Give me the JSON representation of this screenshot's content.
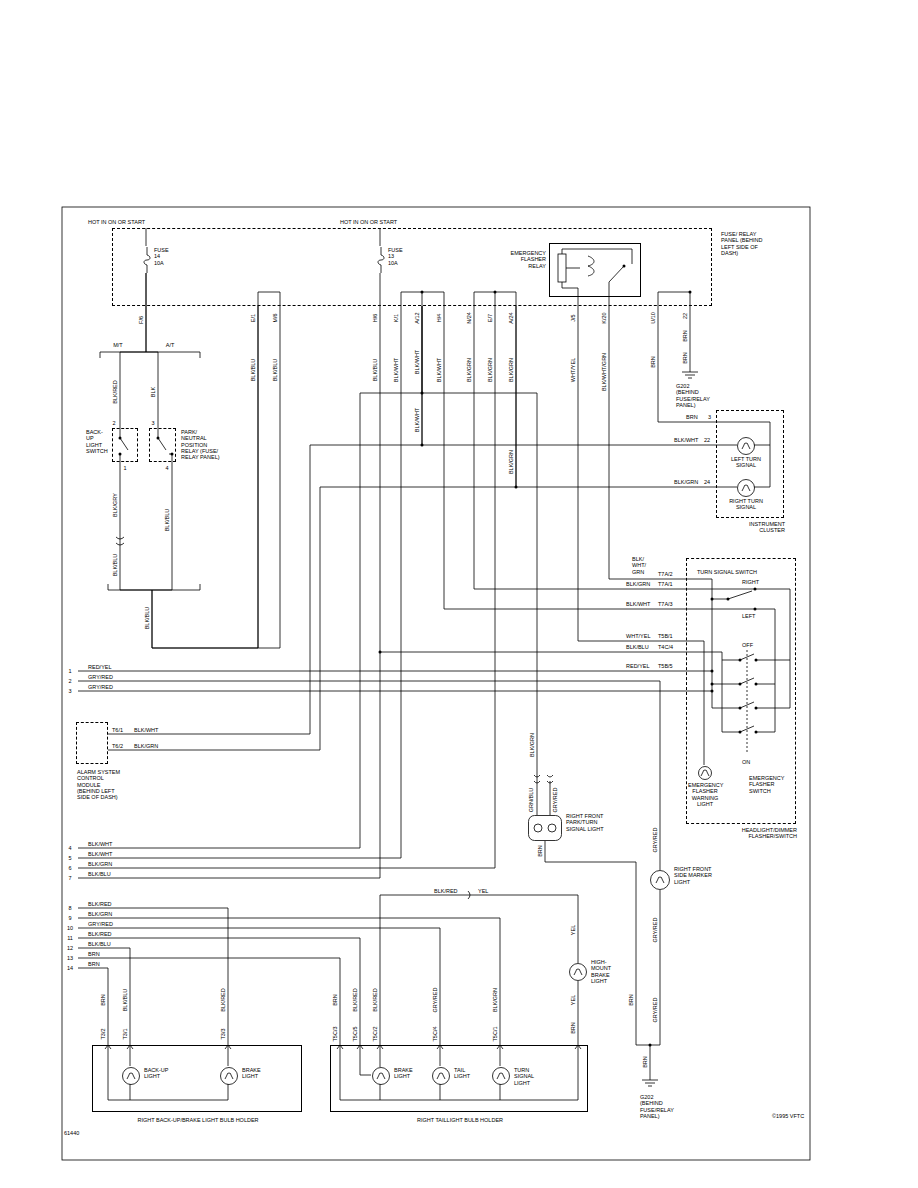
{
  "diagram": {
    "nodes": [
      {
        "text": [
          "FUSE/ RELAY PANEL (BEHIND LEFT SIDE OF DASH)"
        ]
      },
      {
        "text": [
          "FUSE 14 10A"
        ],
        "in": 0
      },
      {
        "text": [
          "FUSE 13 10A"
        ],
        "in": 0
      },
      {
        "text": [
          "EMERGENCY FLASHER RELAY"
        ],
        "in": 0
      },
      {
        "text": [
          "BACK-UP LIGHT SWITCH"
        ]
      },
      {
        "text": [
          "PARK/ NEUTRAL POSITION RELAY (FUSE/ RELAY PANEL)"
        ]
      },
      {
        "text": [
          "INSTRUMENT CLUSTER"
        ]
      },
      {
        "text": [
          "LEFT TURN SIGNAL"
        ],
        "in": 6
      },
      {
        "text": [
          "RIGHT TURN SIGNAL"
        ],
        "in": 6
      },
      {
        "text": [
          "TURN SIGNAL SWITCH",
          "EMERGENCY FLASHER SWITCH",
          "HEADLIGHT/DIMMER FLASHER/SWITCH"
        ]
      },
      {
        "text": [
          "EMERGENCY FLASHER WARNING LIGHT"
        ],
        "in": 9
      },
      {
        "text": [
          "ALARM SYSTEM CONTROL MODULE (BEHIND LEFT SIDE OF DASH)"
        ]
      },
      {
        "text": [
          "RIGHT FRONT PARK/TURN SIGNAL LIGHT"
        ]
      },
      {
        "text": [
          "RIGHT FRONT SIDE MARKER LIGHT"
        ]
      },
      {
        "text": [
          "HIGH-MOUNT BRAKE LIGHT"
        ]
      },
      {
        "text": [
          "RIGHT BACK-UP/BRAKE LIGHT BULB HOLDER"
        ]
      },
      {
        "text": [
          "BACK-UP LIGHT"
        ],
        "in": 15
      },
      {
        "text": [
          "BRAKE LIGHT"
        ],
        "in": 15
      },
      {
        "text": [
          "RIGHT TAILLIGHT BULB HOLDER"
        ]
      },
      {
        "text": [
          "BRAKE LIGHT"
        ],
        "in": 18
      },
      {
        "text": [
          "TAIL LIGHT"
        ],
        "in": 18
      },
      {
        "text": [
          "TURN SIGNAL LIGHT"
        ],
        "in": 18
      }
    ],
    "edges": [
      {
        "from": 1,
        "to": 4,
        "arrow": "none"
      },
      {
        "from": 1,
        "to": 5,
        "arrow": "none"
      },
      {
        "from": 4,
        "to": 0,
        "arrow": "none"
      },
      {
        "from": 5,
        "to": 0,
        "arrow": "none"
      },
      {
        "from": 0,
        "to": 6,
        "arrow": "none"
      },
      {
        "from": 0,
        "to": 7,
        "arrow": "none"
      },
      {
        "from": 0,
        "to": 8,
        "arrow": "none"
      },
      {
        "from": 0,
        "to": 11,
        "arrow": "none"
      },
      {
        "from": 0,
        "to": 11,
        "arrow": "none"
      },
      {
        "from": 3,
        "to": 9,
        "arrow": "none"
      },
      {
        "from": 0,
        "to": 9,
        "arrow": "none"
      },
      {
        "from": 0,
        "to": 9,
        "arrow": "none"
      },
      {
        "from": 3,
        "to": 9,
        "arrow": "none"
      },
      {
        "from": 2,
        "to": 9,
        "arrow": "none"
      },
      {
        "from": 0,
        "to": 12,
        "arrow": "none"
      },
      {
        "from": 14,
        "to": 19,
        "arrow": "none"
      }
    ],
    "labels": [
      "HOT IN ON OR START",
      "HOT IN ON OR START",
      "F/6",
      "M/T",
      "A/T",
      "BLK/RED",
      "BLK",
      "2",
      "3",
      "1",
      "4",
      "BLK/GRY",
      "BLK/BLU",
      "BLK/BLU",
      "BLK/BLU",
      "E/1",
      "BLK/BLU",
      "M/6",
      "BLK/BLU",
      "H/6",
      "BLK/BLU",
      "K/1",
      "BLK/WHT",
      "A/12",
      "BLK/WHT",
      "H/4",
      "BLK/WHT",
      "N/24",
      "BLK/GRN",
      "E/7",
      "BLK/GRN",
      "A/24",
      "BLK/GRN",
      "J/5",
      "WHT/YEL",
      "K/20",
      "BLK/WHT/GRN",
      "U/10",
      "BRN",
      "22",
      "BRN",
      "BRN",
      "G202 (BEHIND FUSE/RELAY PANEL)",
      "BLK/WHT",
      "BLK/GRN",
      "BRN",
      "3",
      "BLK/WHT",
      "22",
      "BLK/GRN",
      "24",
      "BLK/ WHT/ GRN",
      "T7A/2",
      "BLK/GRN",
      "T7A/1",
      "BLK/WHT",
      "T7A/3",
      "WHT/YEL",
      "T5B/1",
      "BLK/BLU",
      "T4C/4",
      "RED/YEL",
      "T5B/5",
      "RIGHT",
      "LEFT",
      "OFF",
      "ON",
      "1",
      "RED/YEL",
      "2",
      "GRY/RED",
      "3",
      "GRY/RED",
      "T6/1",
      "BLK/WHT",
      "T6/2",
      "BLK/GRN",
      "4",
      "BLK/WHT",
      "5",
      "BLK/WHT",
      "6",
      "BLK/GRN",
      "7",
      "BLK/BLU",
      "8",
      "BLK/RED",
      "9",
      "BLK/GRN",
      "10",
      "GRY/RED",
      "11",
      "BLK/RED",
      "12",
      "BLK/BLU",
      "13",
      "BRN",
      "14",
      "BRN",
      "BLK/GRN",
      "GRN/BLU",
      "GRY/RED",
      "BRN",
      "GRY/RED",
      "GRY/RED",
      "GRY/RED",
      "BRN",
      "BRN",
      "G202 (BEHIND FUSE/RELAY PANEL)",
      "BLK/RED",
      "YEL",
      "YEL",
      "YEL",
      "BRN",
      "BRN",
      "BLK/BLU",
      "BLK/RED",
      "T3/2",
      "T3/1",
      "T3/3",
      "BRN",
      "BLK/RED",
      "BLK/RED",
      "GRY/RED",
      "BLK/GRN",
      "T5C/3",
      "T5C/5",
      "T5C/2",
      "T5C/4",
      "T5C/1",
      "61440",
      "©1995 VFTC"
    ]
  }
}
